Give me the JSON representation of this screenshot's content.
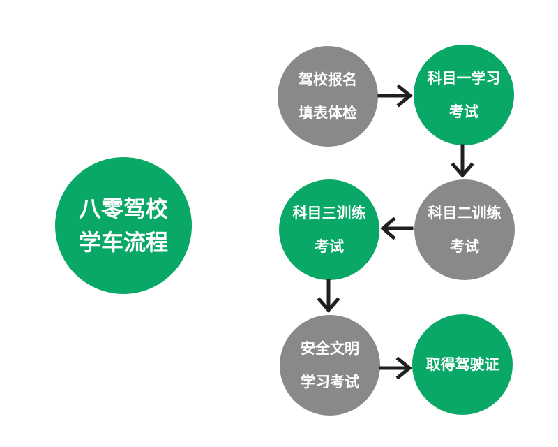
{
  "colors": {
    "green": "#0aa866",
    "gray": "#898989",
    "arrow": "#1f1f1f",
    "text": "#ffffff"
  },
  "title": {
    "line1": "八零驾校",
    "line2": "学车流程"
  },
  "steps": [
    {
      "line1": "驾校报名",
      "line2": "填表体检",
      "color": "gray"
    },
    {
      "line1": "科目一学习",
      "line2": "考试",
      "color": "green"
    },
    {
      "line1": "科目二训练",
      "line2": "考试",
      "color": "gray"
    },
    {
      "line1": "科目三训练",
      "line2": "考试",
      "color": "green"
    },
    {
      "line1": "安全文明",
      "line2": "学习考试",
      "color": "gray"
    },
    {
      "line1": "取得驾驶证",
      "line2": "",
      "color": "green"
    }
  ]
}
